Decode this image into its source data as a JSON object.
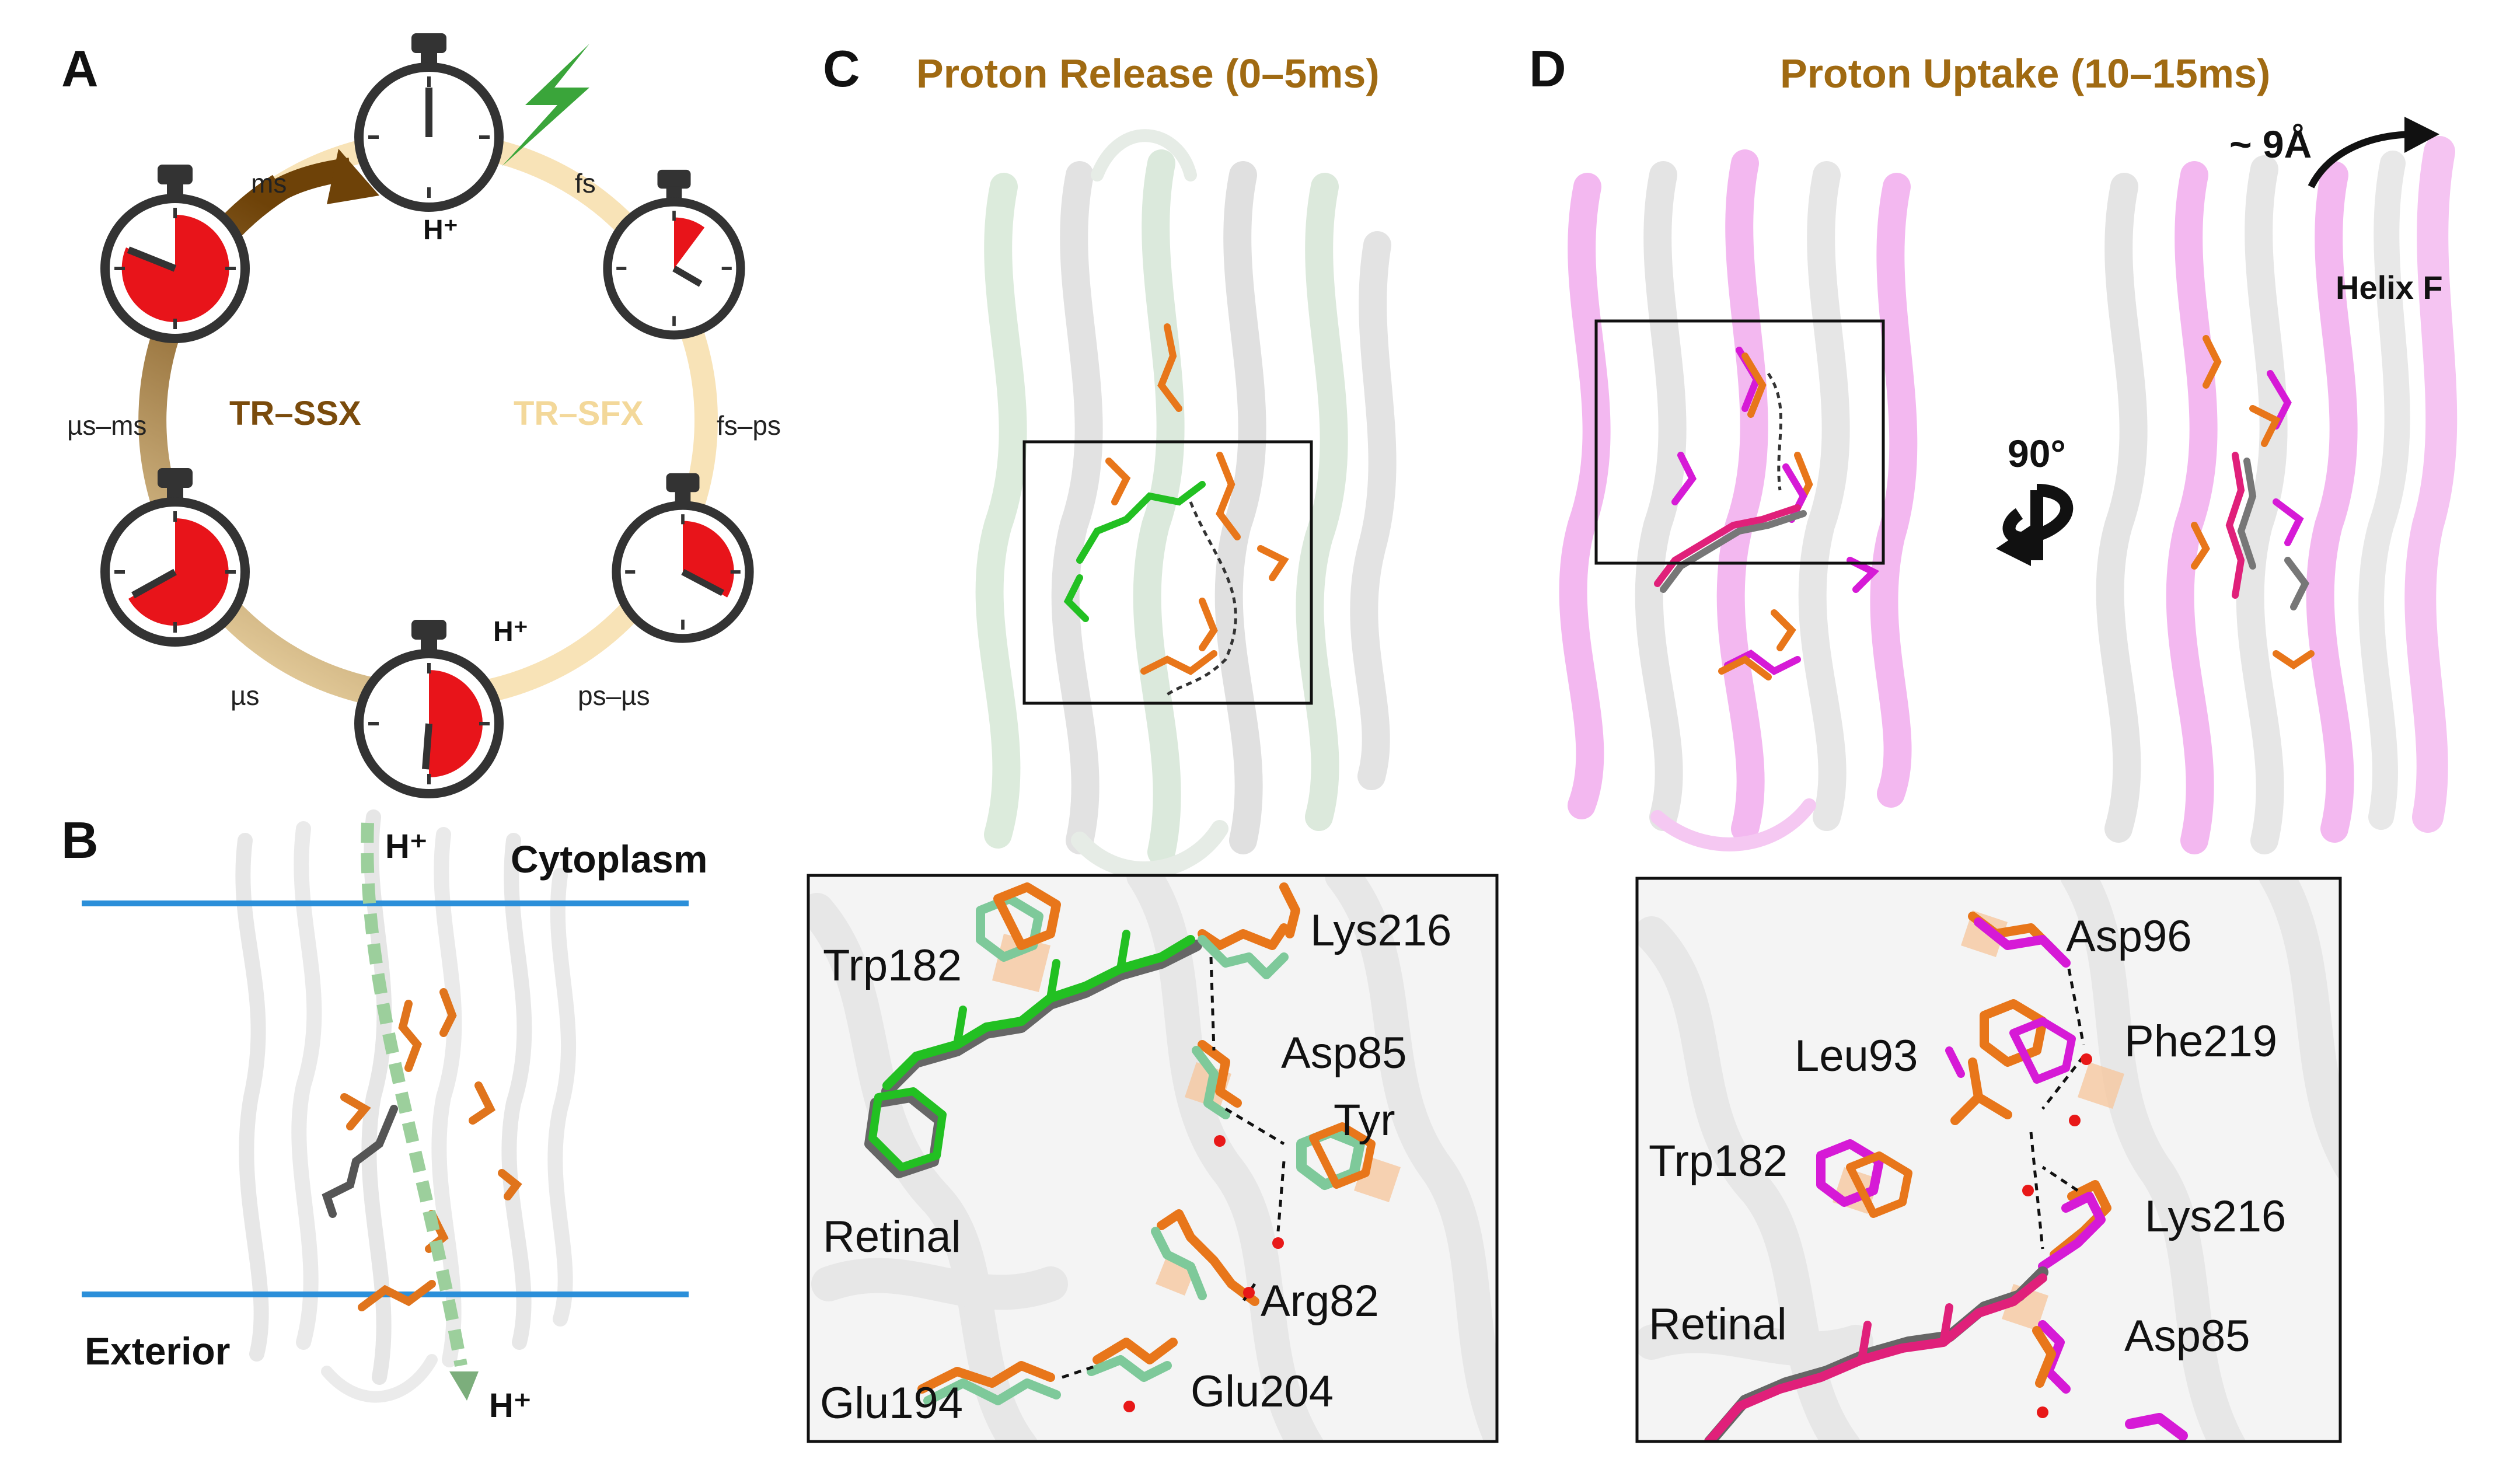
{
  "panels": {
    "a": {
      "letter": "A",
      "cycle_labels": {
        "left": "TR–SSX",
        "right": "TR–SFX"
      },
      "time_labels": {
        "ms": "ms",
        "fs": "fs",
        "us_ms": "µs–ms",
        "fs_ps": "fs–ps",
        "us": "µs",
        "ps_us": "ps–µs"
      },
      "proton_labels": {
        "top": "H⁺",
        "bottom": "H⁺"
      },
      "colors": {
        "ssx_arrow": "#7a4b0c",
        "sfx_arc": "#f6dca4",
        "clock_fill": "#e8141a",
        "flash": "#3aa53a"
      }
    },
    "b": {
      "letter": "B",
      "proton_in": "H⁺",
      "proton_out": "H⁺",
      "cytoplasm": "Cytoplasm",
      "exterior": "Exterior",
      "colors": {
        "membrane_line": "#2b8fd9",
        "pathway": "#9ccf9c"
      }
    },
    "c": {
      "letter": "C",
      "title": "Proton Release (0–5ms)",
      "residues": {
        "trp182": "Trp182",
        "lys216": "Lys216",
        "asp85": "Asp85",
        "tyr": "Tyr",
        "retinal": "Retinal",
        "arg82": "Arg82",
        "glu194": "Glu194",
        "glu204": "Glu204"
      },
      "colors": {
        "ref": "#e8761a",
        "state": "#7ec99a",
        "retinal": "#22c022"
      }
    },
    "d": {
      "letter": "D",
      "title": "Proton Uptake (10–15ms)",
      "shift": "~ 9Å",
      "helix": "Helix F",
      "rotation": "90°",
      "residues": {
        "asp96": "Asp96",
        "leu93": "Leu93",
        "phe219": "Phe219",
        "trp182": "Trp182",
        "lys216": "Lys216",
        "retinal": "Retinal",
        "asp85": "Asp85"
      },
      "colors": {
        "ref": "#e8761a",
        "state": "#d61ad6",
        "retinal": "#e0207a"
      }
    }
  }
}
